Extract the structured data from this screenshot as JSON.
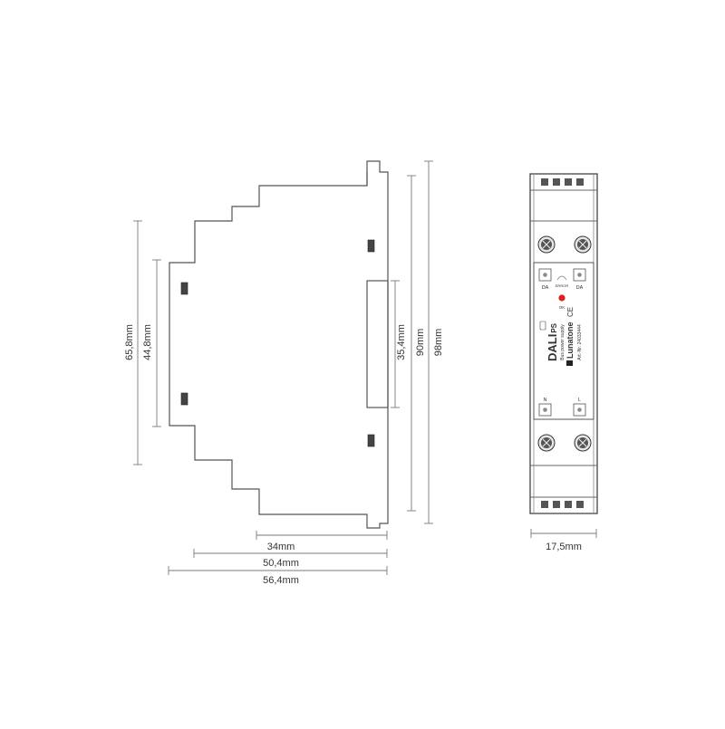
{
  "side_view": {
    "dimensions": {
      "height_total": "98mm",
      "height_body": "90mm",
      "height_rail": "35,4mm",
      "height_front_a": "65,8mm",
      "height_front_b": "44,8mm",
      "depth_a": "34mm",
      "depth_b": "50,4mm",
      "depth_c": "56,4mm"
    }
  },
  "front_view": {
    "width_label": "17,5mm",
    "terminal_top_left": "DA",
    "terminal_top_right": "DA",
    "indicator_label": "ERROR",
    "led_label": "OK",
    "product_name": "DALI",
    "product_suffix": "PS",
    "product_subtitle": "Bus power supply",
    "brand": "Lunatone",
    "article_number": "Art.-Nr. 24033444",
    "certification": "CE",
    "terminal_bottom_left": "N",
    "terminal_bottom_right": "L",
    "led_color": "#e02020"
  }
}
